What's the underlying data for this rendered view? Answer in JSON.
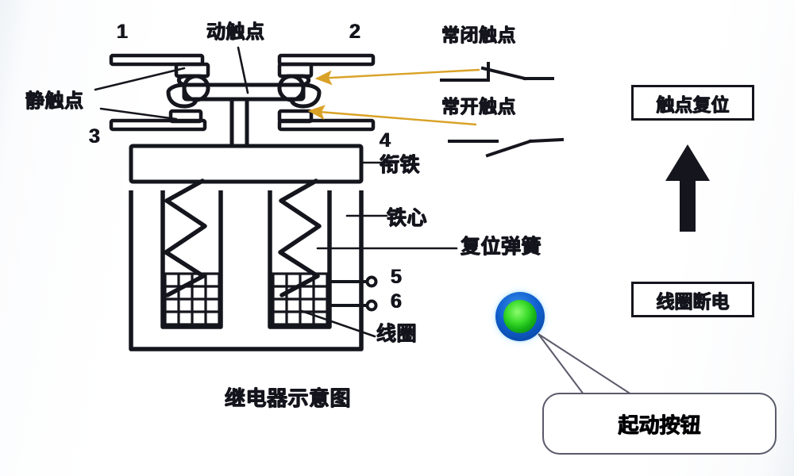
{
  "diagram": {
    "title": "继电器示意图",
    "caption_position": "bottom-center-left",
    "background_color": "#ffffff",
    "line_color": "#15151d",
    "accent_arrow_color": "#d9a227"
  },
  "callouts": {
    "moving_contact": "动触点",
    "static_contact": "静触点",
    "armature": "衔铁",
    "iron_core": "铁心",
    "coil": "线圈",
    "return_spring": "复位弹簧"
  },
  "numbers": {
    "n1": "1",
    "n2": "2",
    "n3": "3",
    "n4": "4",
    "n5": "5",
    "n6": "6"
  },
  "contact_symbols": [
    {
      "id": "normally-closed",
      "label": "常闭触点",
      "type": "nc"
    },
    {
      "id": "normally-open",
      "label": "常开触点",
      "type": "no"
    }
  ],
  "state_boxes": [
    {
      "id": "contact-reset",
      "label": "触点复位"
    },
    {
      "id": "coil-deenergized",
      "label": "线圈断电"
    }
  ],
  "flow_arrow": {
    "direction": "up",
    "color": "#15151d"
  },
  "pushbutton": {
    "label": "起动按钮",
    "ring_color": "#0b63d6",
    "ring_outer_color": "#1f7ae0",
    "center_color": "#35e02a",
    "glow_color": "#7ef06a"
  }
}
